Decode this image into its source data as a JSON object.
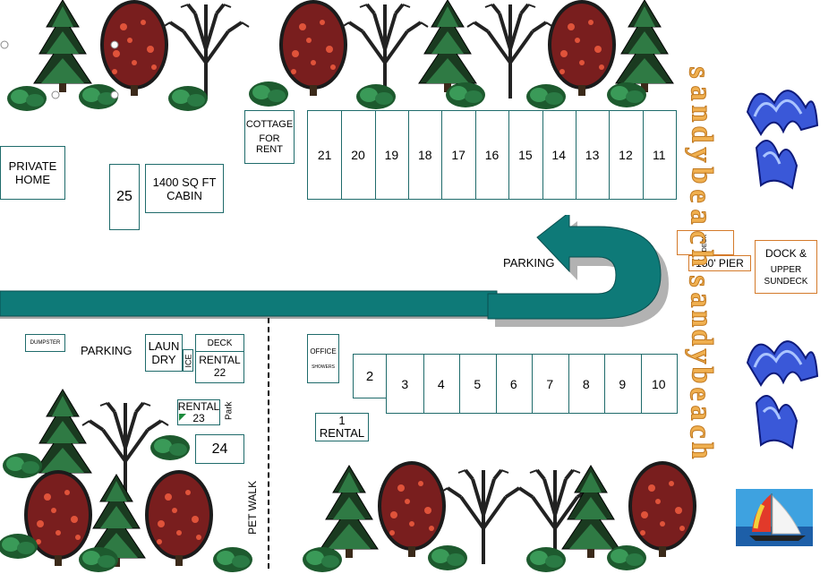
{
  "top_row_sites": [
    "21",
    "20",
    "19",
    "18",
    "17",
    "16",
    "15",
    "14",
    "13",
    "12",
    "11"
  ],
  "bottom_row_sites": [
    "3",
    "4",
    "5",
    "6",
    "7",
    "8",
    "9",
    "10"
  ],
  "site_2": "2",
  "private_home": "PRIVATE HOME",
  "site_25": "25",
  "cabin": "1400 SQ FT CABIN",
  "cottage": {
    "line1": "COTTAGE",
    "line2": "FOR RENT"
  },
  "parking_main": "PARKING",
  "parking_left": "PARKING",
  "dumpster": "DUMPSTER",
  "laundry": {
    "line1": "LAUN",
    "line2": "DRY"
  },
  "ice": "ICE",
  "deck_22": {
    "deck": "DECK",
    "rental": "RENTAL",
    "num": "22"
  },
  "rental_23": {
    "rental": "RENTAL",
    "num": "23"
  },
  "park": "Park",
  "site_24": "24",
  "office": {
    "line1": "OFFICE",
    "line2": "SHOWERS"
  },
  "rental_1": {
    "num": "1",
    "rental": "RENTAL"
  },
  "pet_walk": "PET WALK",
  "deck_small": "DECK",
  "pier": "150' PIER",
  "dock": {
    "line1": "DOCK &",
    "line2": "UPPER",
    "line3": "SUNDECK"
  },
  "beach_word_upper": "sandy beach",
  "beach_word_lower": "sandy beach",
  "colors": {
    "teal": "#0e7a78",
    "teal_dark": "#0a4f4f",
    "beach": "#f0b050",
    "line": "#1f6b6b"
  },
  "icons": [
    "tree-icon",
    "wave-icon",
    "sailboat-icon",
    "u-turn-arrow-icon"
  ]
}
